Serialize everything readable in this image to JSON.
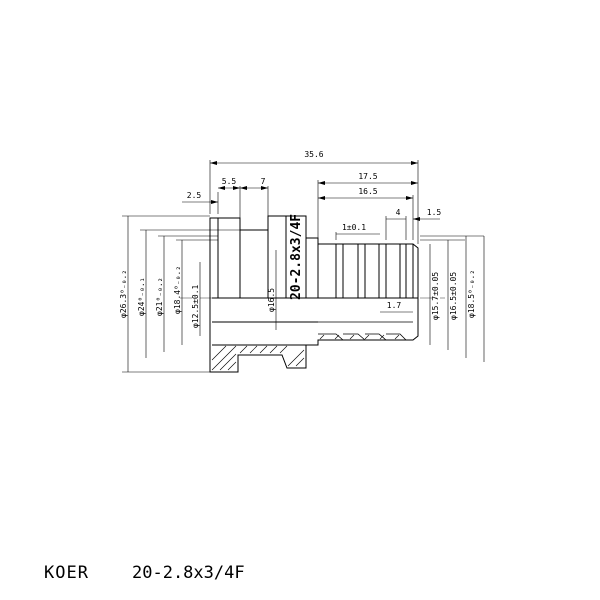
{
  "dimensions": {
    "overall_length": "35.6",
    "step_2_5": "2.5",
    "step_5_5": "5.5",
    "step_7": "7",
    "barb_17_5": "17.5",
    "barb_16_5": "16.5",
    "groove_1": "1±0.1",
    "pitch_4": "4",
    "end_1_5": "1.5",
    "wall_1_7": "1.7",
    "dia_26_3": "φ26.3⁰₋₀.₂",
    "dia_24": "φ24⁰₋₀.₁",
    "dia_21": "φ21⁰₋₀.₂",
    "dia_18_4": "φ18.4⁰₋₀.₂",
    "dia_12_5": "φ12.5±0.1",
    "dia_16_5_inner": "φ16.5",
    "dia_15_7": "φ15.7±0.05",
    "dia_16_5_outer": "φ16.5±0.05",
    "dia_18_5": "φ18.5⁰₋₀.₂"
  },
  "part_marking": "20-2.8x3/4F",
  "footer": {
    "brand": "KOER",
    "model": "20-2.8x3/4F"
  }
}
